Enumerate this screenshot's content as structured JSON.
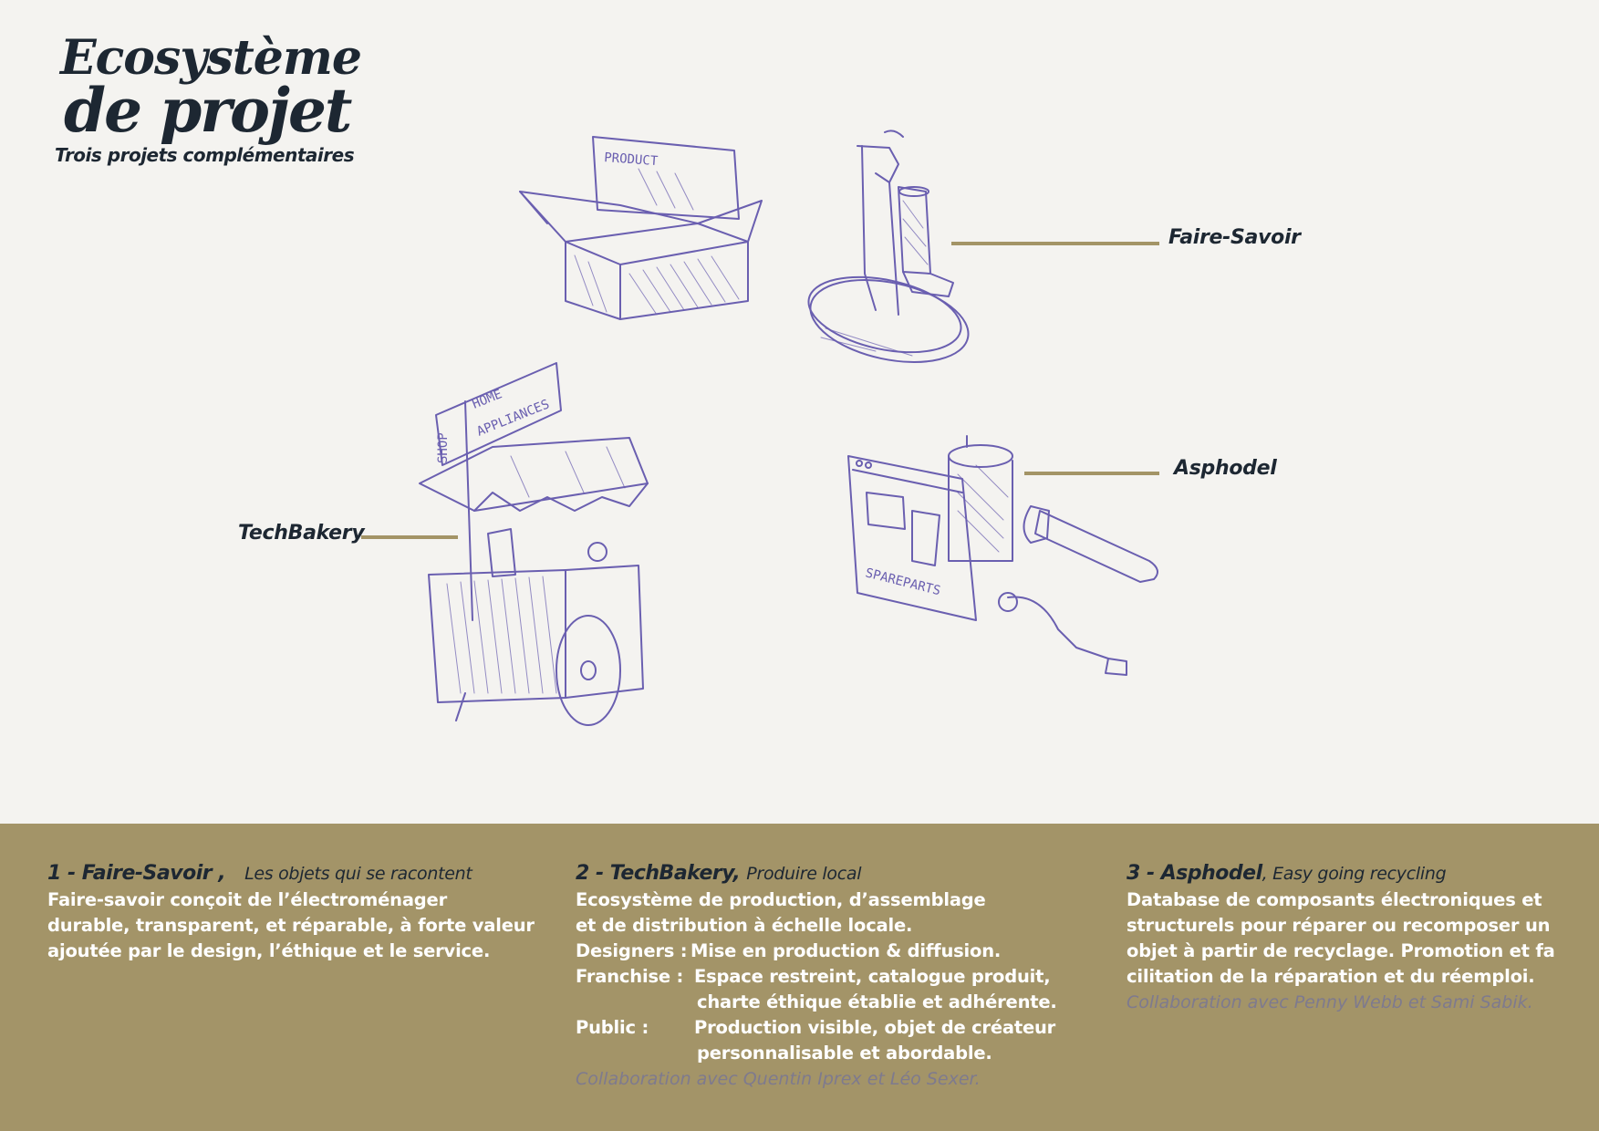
{
  "header": {
    "title_line1": "Ecosystème",
    "title_line2": "de projet",
    "subtitle": "Trois projets complémentaires"
  },
  "sketch_labels": {
    "faire_savoir": "Faire-Savoir",
    "asphodel": "Asphodel",
    "techbakery": "TechBakery",
    "box_text": "PRODUCT",
    "shop_text": "SHOP",
    "home_text": "HOME",
    "appliances_text": "APPLIANCES",
    "spareparts_text": "SPAREPARTS"
  },
  "colors": {
    "background": "#f4f3f0",
    "footer": "#a39468",
    "leader": "#a39466",
    "ink": "#1d2732",
    "sketch": "#6a5fb0"
  },
  "columns": [
    {
      "heading": "1 - Faire-Savoir ,",
      "tagline": "Les objets qui se racontent",
      "lines": [
        "Faire-savoir conçoit de l’électroménager",
        "durable, transparent, et réparable, à forte valeur",
        "ajoutée par le design, l’éthique et le service."
      ]
    },
    {
      "heading": "2 - TechBakery,",
      "tagline": "Produire local",
      "lines": [
        "Ecosystème de production, d’assemblage",
        "et de distribution à échelle locale."
      ],
      "designers_key": "Designers :",
      "designers_val": "Mise en production & diffusion.",
      "franchise_key": "Franchise :",
      "franchise_val1": "Espace restreint, catalogue produit,",
      "franchise_val2": "charte éthique établie et adhérente.",
      "public_key": "Public :",
      "public_val1": "Production visible, objet de créateur",
      "public_val2": "personnalisable et abordable.",
      "collab": "Collaboration avec Quentin Iprex et Léo Sexer."
    },
    {
      "heading": "3 - Asphodel",
      "tagline": ", Easy going recycling",
      "lines": [
        "Database de composants électroniques et",
        "structurels pour réparer ou recomposer un",
        "objet à partir de recyclage. Promotion et fa",
        "cilitation de la réparation et du réemploi."
      ],
      "collab": "Collaboration avec Penny Webb et Sami Sabik."
    }
  ]
}
